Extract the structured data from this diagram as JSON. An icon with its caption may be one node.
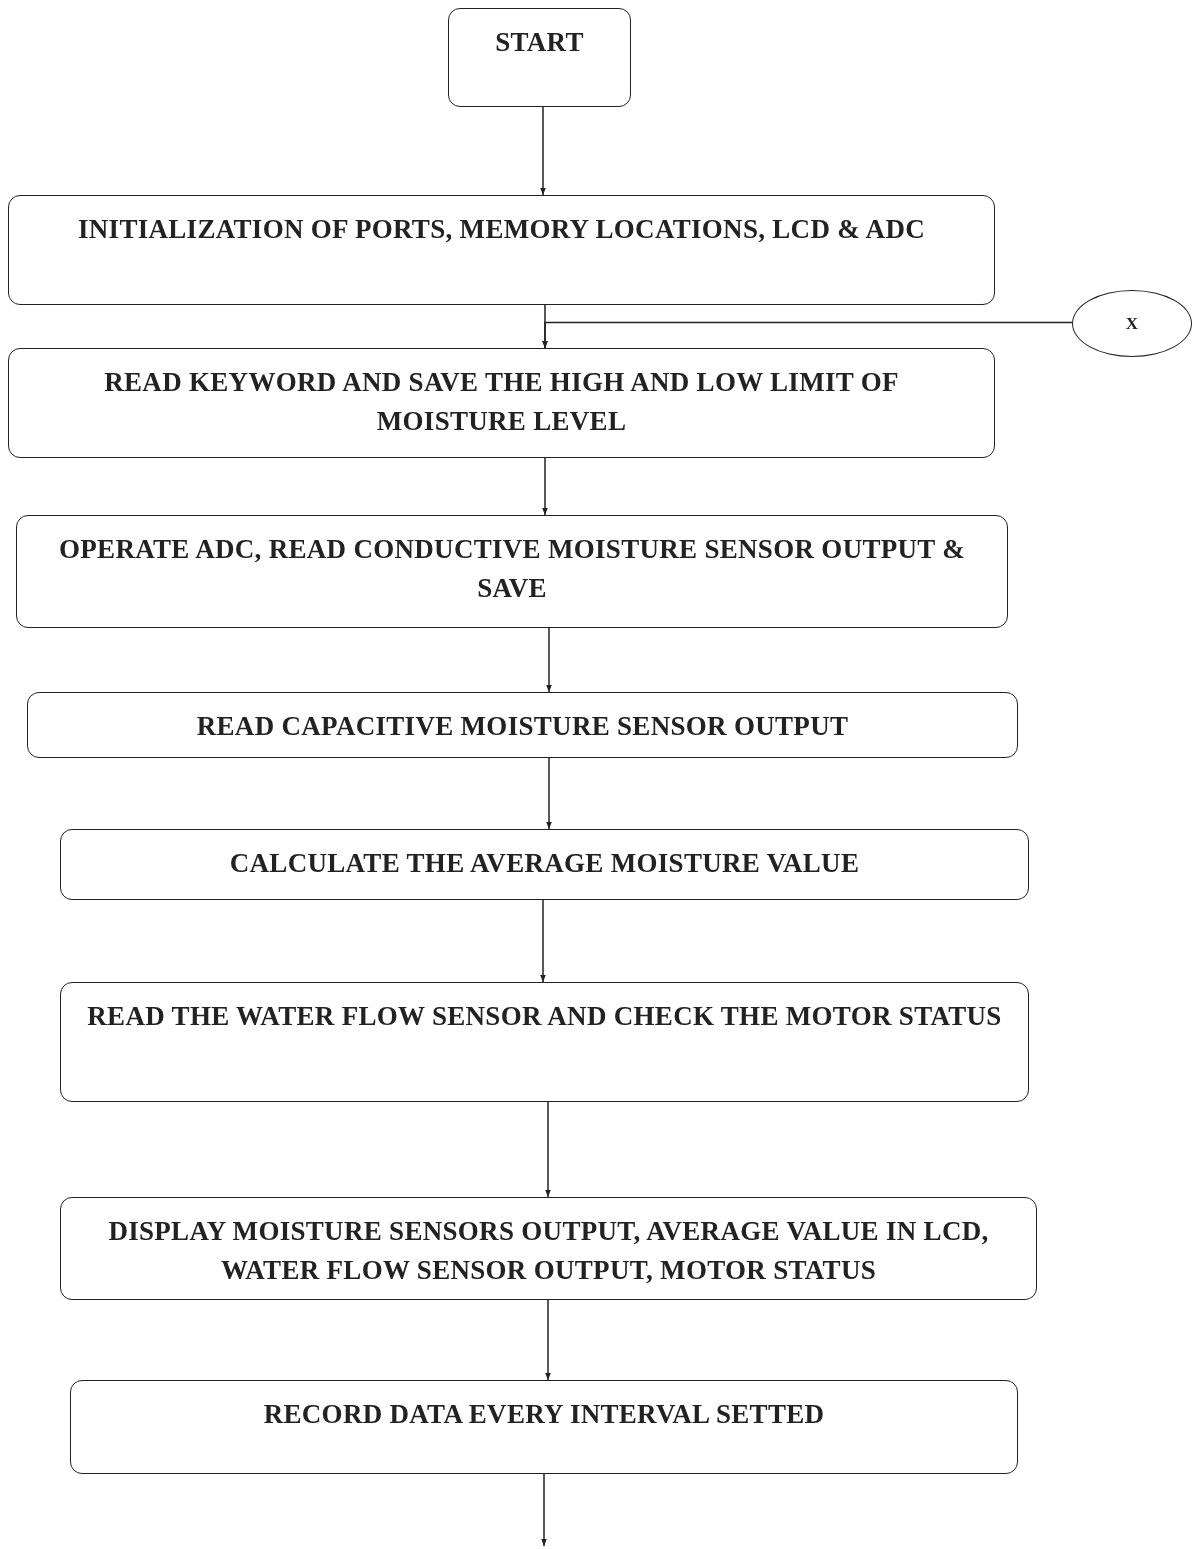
{
  "diagram": {
    "nodes": [
      {
        "text": [
          "START"
        ]
      },
      {
        "text": [
          "INITIALIZATION OF PORTS, MEMORY LOCATIONS, LCD & ADC"
        ]
      },
      {
        "text": [
          "X"
        ]
      },
      {
        "text": [
          "READ KEYWORD AND SAVE THE HIGH AND LOW LIMIT OF MOISTURE LEVEL"
        ]
      },
      {
        "text": [
          "OPERATE ADC, READ CONDUCTIVE MOISTURE SENSOR OUTPUT & SAVE"
        ]
      },
      {
        "text": [
          "READ CAPACITIVE MOISTURE SENSOR OUTPUT"
        ]
      },
      {
        "text": [
          "CALCULATE THE AVERAGE MOISTURE VALUE"
        ]
      },
      {
        "text": [
          "READ THE WATER FLOW SENSOR AND CHECK THE MOTOR STATUS"
        ]
      },
      {
        "text": [
          "DISPLAY MOISTURE SENSORS OUTPUT, AVERAGE VALUE IN LCD, WATER FLOW SENSOR OUTPUT, MOTOR STATUS"
        ]
      },
      {
        "text": [
          "RECORD DATA EVERY INTERVAL SETTED"
        ]
      }
    ],
    "edges": [
      {
        "from": 0,
        "to": 1,
        "arrow": "to"
      },
      {
        "from": 1,
        "to": 3,
        "arrow": "to"
      },
      {
        "from": 2,
        "to": 3,
        "arrow": "to"
      },
      {
        "from": 3,
        "to": 4,
        "arrow": "to"
      },
      {
        "from": 4,
        "to": 5,
        "arrow": "to"
      },
      {
        "from": 5,
        "to": 6,
        "arrow": "to"
      },
      {
        "from": 6,
        "to": 7,
        "arrow": "to"
      },
      {
        "from": 7,
        "to": 8,
        "arrow": "to"
      },
      {
        "from": 8,
        "to": 9,
        "arrow": "to"
      },
      {
        "from": 9,
        "to": null,
        "arrow": "to"
      }
    ]
  }
}
